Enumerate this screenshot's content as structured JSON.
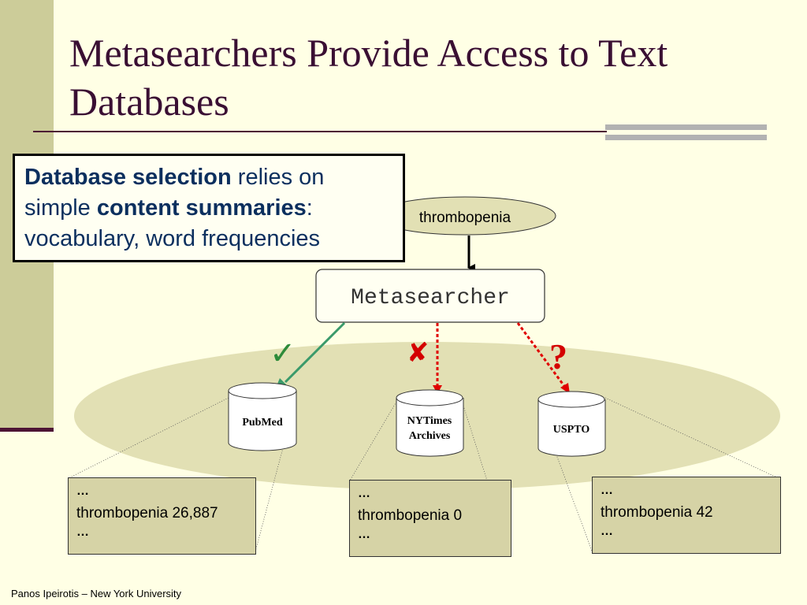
{
  "title": "Metasearchers Provide Access to Text Databases",
  "callout": {
    "bold1": "Database selection",
    "text1": " relies on simple ",
    "bold2": "content summaries",
    "text2": ": vocabulary, word frequencies"
  },
  "query": "thrombopenia",
  "metasearcher": "Metasearcher",
  "marks": {
    "check": "✓",
    "cross": "✘",
    "question": "?"
  },
  "databases": [
    {
      "label": "PubMed",
      "label2": "",
      "dots_top": "…",
      "summary": "thrombopenia 26,887",
      "dots_bottom": "…"
    },
    {
      "label": "NYTimes",
      "label2": "Archives",
      "dots_top": "…",
      "summary": "thrombopenia 0",
      "dots_bottom": "…"
    },
    {
      "label": "USPTO",
      "label2": "",
      "dots_top": "…",
      "summary": "thrombopenia 42",
      "dots_bottom": "…"
    }
  ],
  "footer": "Panos Ipeirotis – New York University",
  "colors": {
    "background": "#FFFFE5",
    "sidebar": "#CCCC99",
    "title": "#3A0F33",
    "accent_text": "#0B2F5E",
    "arrow_green": "#3A9A6A",
    "arrow_red": "#E00000",
    "platform": "#E2E0B4",
    "summary_box": "#D6D3A6"
  }
}
